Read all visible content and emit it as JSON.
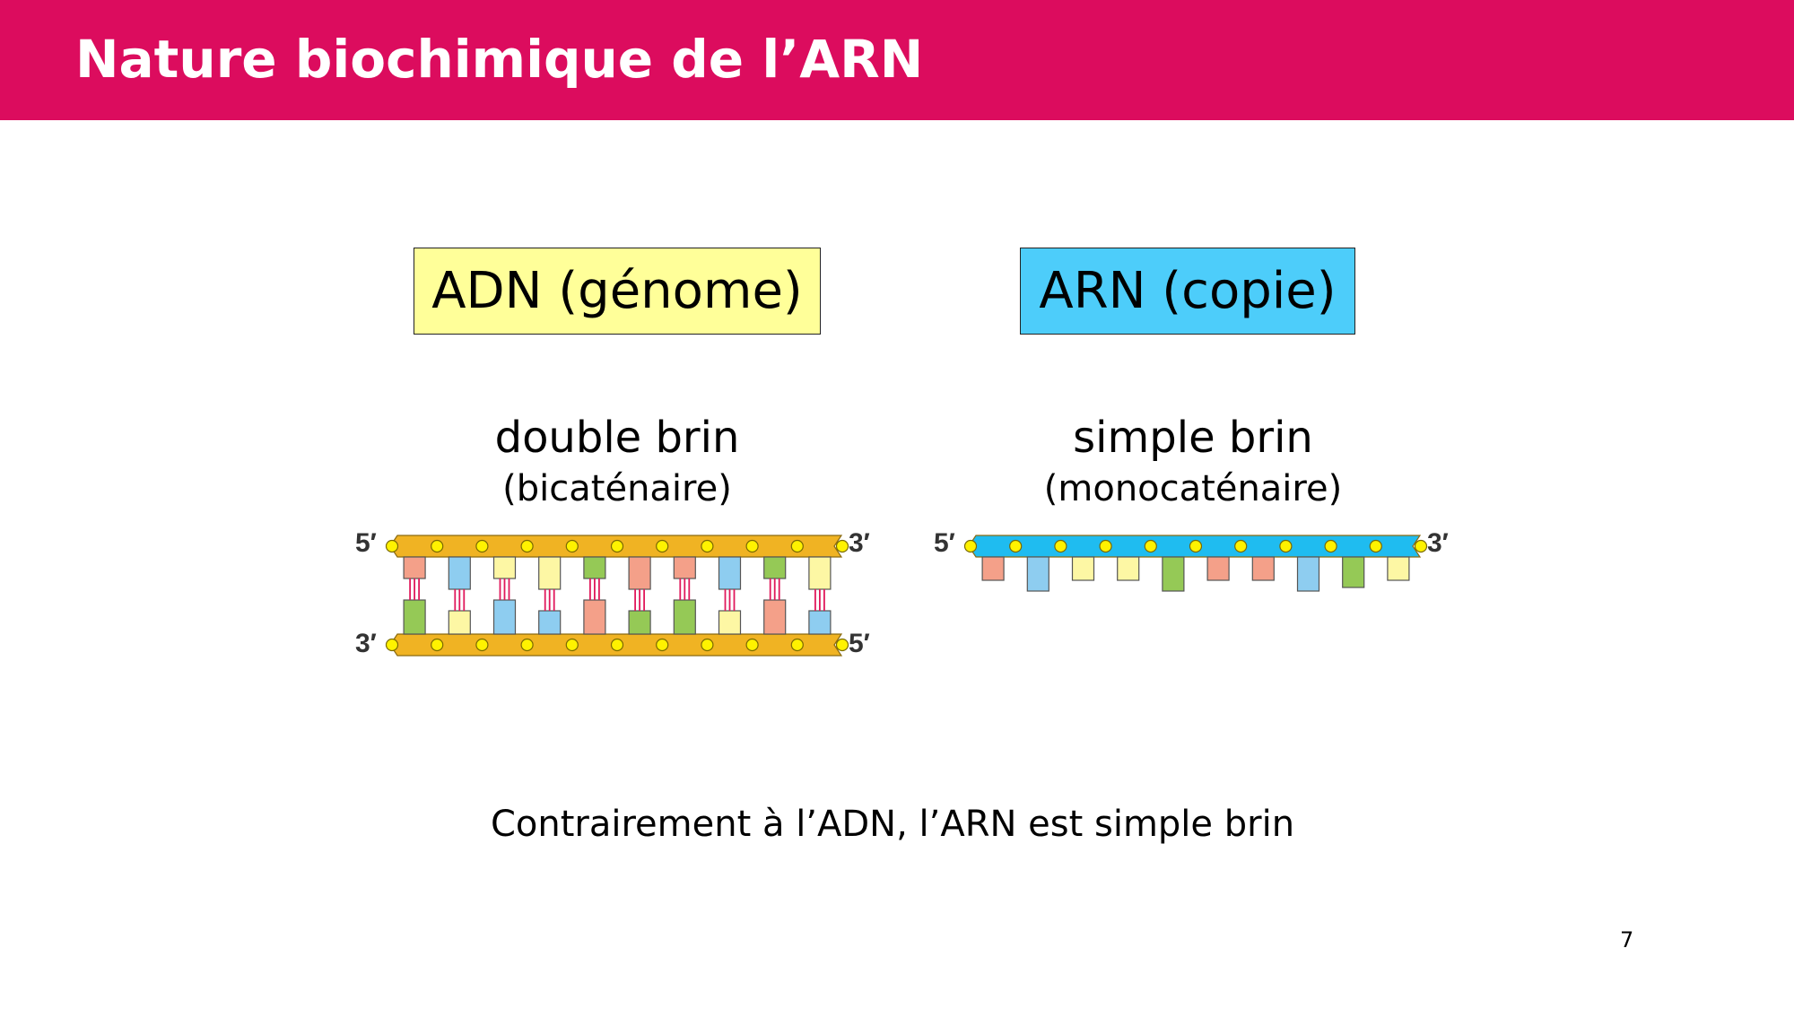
{
  "slide": {
    "title": "Nature biochimique de l’ARN",
    "page_number": "7"
  },
  "dna": {
    "box_label": "ADN (génome)",
    "strand_label": "double brin",
    "strand_sublabel": "(bicaténaire)",
    "top_left_end": "5′",
    "top_right_end": "3′",
    "bottom_left_end": "3′",
    "bottom_right_end": "5′",
    "top_bases": [
      "salmon",
      "blue",
      "yellow",
      "yellow",
      "green",
      "salmon",
      "salmon",
      "blue",
      "green",
      "yellow"
    ],
    "bottom_bases": [
      "green",
      "yellow",
      "blue",
      "blue",
      "salmon",
      "green",
      "green",
      "yellow",
      "salmon",
      "blue"
    ]
  },
  "rna": {
    "box_label": "ARN (copie)",
    "strand_label": "simple brin",
    "strand_sublabel": "(monocaténaire)",
    "left_end": "5′",
    "right_end": "3′",
    "bases": [
      "salmon",
      "blue",
      "yellow",
      "yellow",
      "green",
      "salmon",
      "salmon",
      "blue",
      "green",
      "yellow"
    ]
  },
  "colors": {
    "title_bar": "#dc0c5e",
    "adn_box": "#ffff99",
    "arn_box": "#4dcdfa",
    "dna_backbone": "#f0b323",
    "rna_backbone": "#1fbcf0",
    "phosphate": "#fff200",
    "salmon": "#f4a089",
    "blue": "#8ecdf0",
    "yellow": "#fdf7a4",
    "green": "#95c956",
    "hbond": "#e0195c"
  },
  "caption": "Contrairement à l’ADN, l’ARN est simple brin"
}
